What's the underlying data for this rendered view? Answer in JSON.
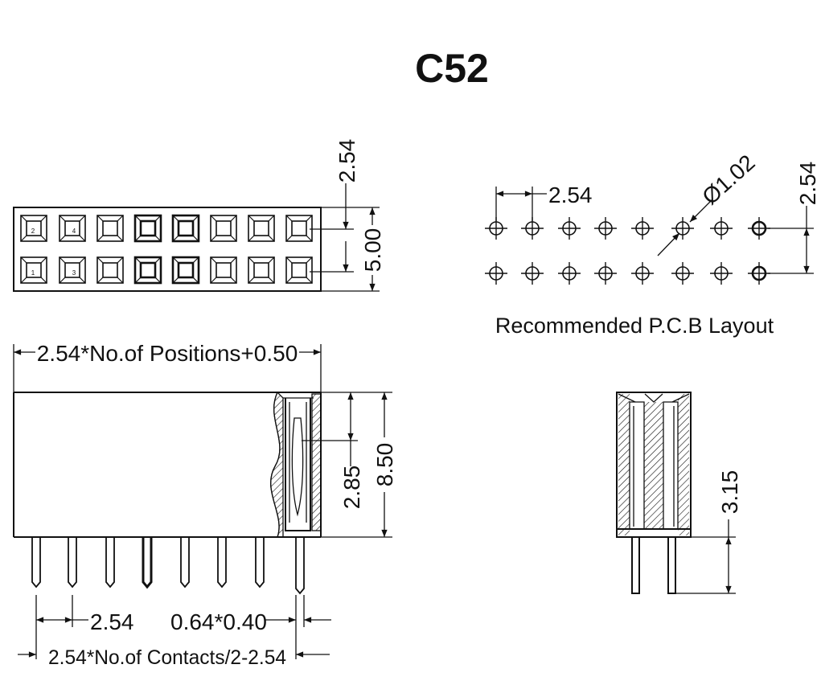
{
  "title": "C52",
  "top_view": {
    "pin_pitch_label": "2.54",
    "width_label": "5.00",
    "top_row_numbers": [
      "2",
      "4"
    ],
    "bottom_row_numbers": [
      "1",
      "3"
    ]
  },
  "pcb_layout": {
    "pitch_label": "2.54",
    "hole_label": "Ø1.02",
    "row_pitch_label": "2.54",
    "caption": "Recommended P.C.B Layout"
  },
  "side_view": {
    "length_label": "2.54*No.of Positions+0.50",
    "height_label": "8.50",
    "contact_depth_label": "2.85",
    "pitch_label": "2.54",
    "pin_size_label": "0.64*0.40",
    "span_label": "2.54*No.of Contacts/2-2.54"
  },
  "end_view": {
    "pin_length_label": "3.15"
  }
}
